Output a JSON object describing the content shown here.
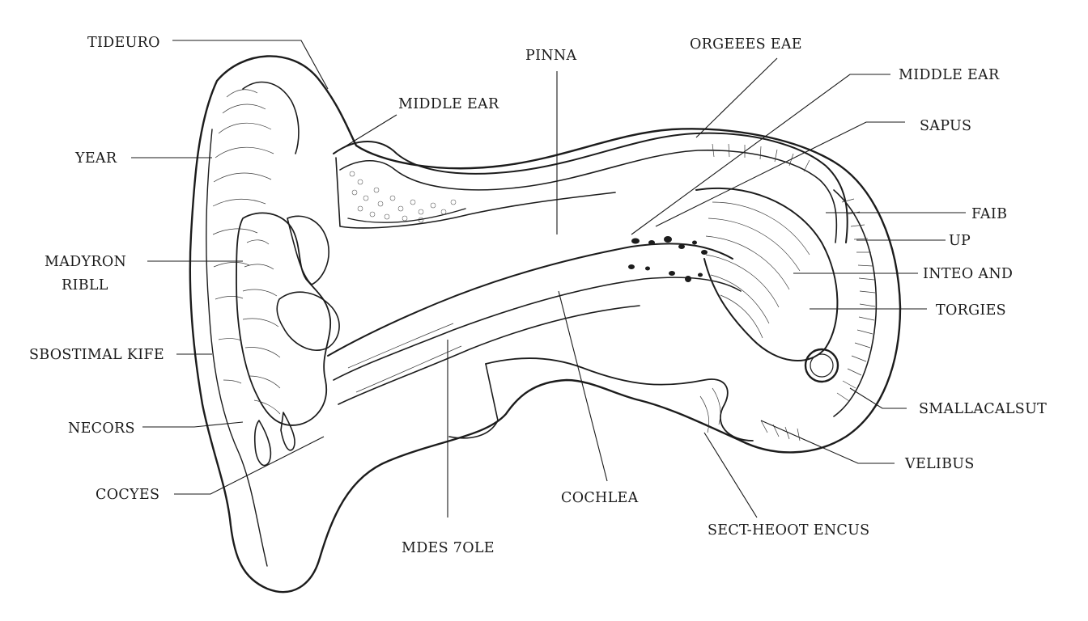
{
  "labels": {
    "tideuro": "TIDEURO",
    "year": "YEAR",
    "madyron_ribll_1": "MADYRON",
    "madyron_ribll_2": "RIBLL",
    "sbostimal_kife": "SBOSTIMAL KIFE",
    "necors": "NECORS",
    "cocyes": "COCYES",
    "middle_ear_inner": "MIDDLE EAR",
    "pinna": "PINNA",
    "orgeees_eae": "ORGEEES EAE",
    "middle_ear_outer": "MIDDLE EAR",
    "sapus": "SAPUS",
    "faib": "FAIB",
    "up": "UP",
    "inteo_and": "INTEO AND",
    "torgies": "TORGIES",
    "smallacalsut": "SMALLACALSUT",
    "velibus": "VELIBUS",
    "cochlea": "COCHLEA",
    "sect_heoot_encus": "SECT-HEOOT ENCUS",
    "mdes_7ole": "MDES 7OLE"
  }
}
